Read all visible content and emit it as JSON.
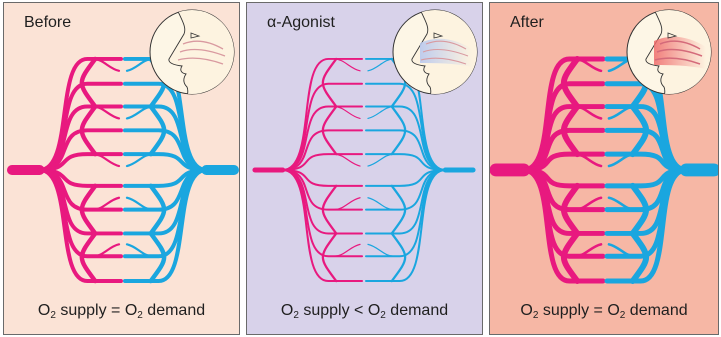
{
  "colors": {
    "arterial": "#e8197f",
    "venous": "#1aa6df",
    "before_bg": "#fbe3d6",
    "agonist_bg": "#d8d2ea",
    "after_bg": "#f6b7a5"
  },
  "panels": [
    {
      "id": "before",
      "title": "Before",
      "caption": {
        "o1": "O",
        "s1": "2",
        "mid": " supply = ",
        "o2": "O",
        "s2": "2",
        "end": " demand"
      },
      "icon": "nose-profile-icon"
    },
    {
      "id": "agonist",
      "title": "α-Agonist",
      "caption": {
        "o1": "O",
        "s1": "2",
        "mid": " supply < ",
        "o2": "O",
        "s2": "2",
        "end": " demand"
      },
      "icon": "nose-profile-icon"
    },
    {
      "id": "after",
      "title": "After",
      "caption": {
        "o1": "O",
        "s1": "2",
        "mid": " supply = ",
        "o2": "O",
        "s2": "2",
        "end": " demand"
      },
      "icon": "nose-profile-icon"
    }
  ]
}
